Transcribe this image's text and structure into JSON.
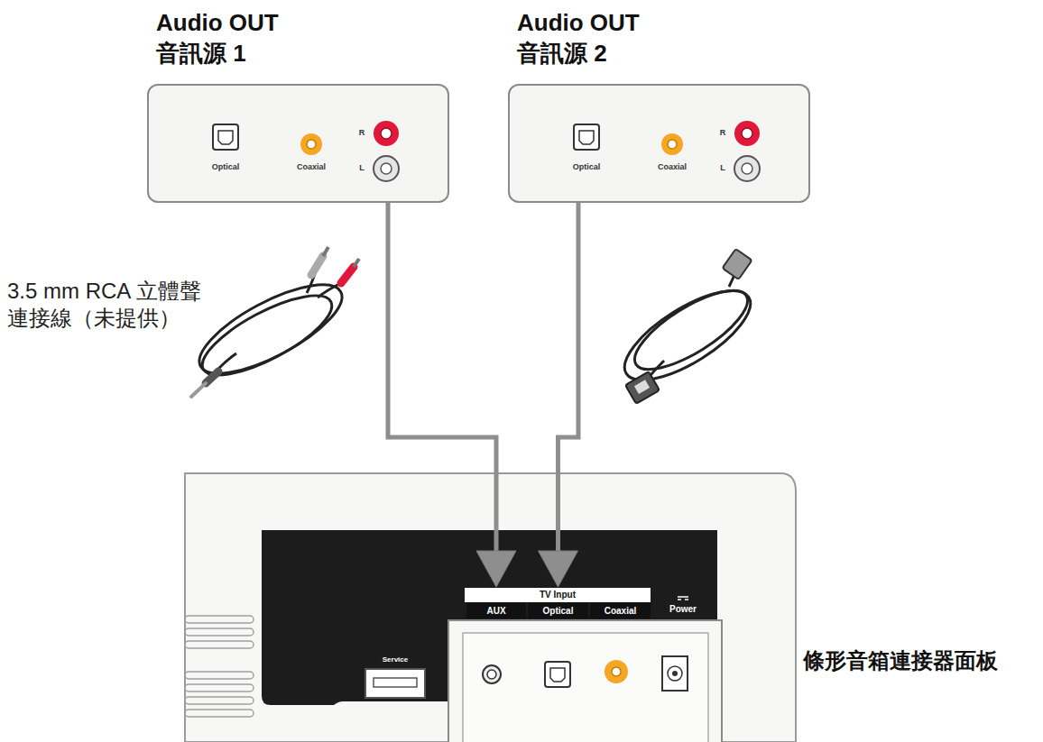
{
  "diagram": {
    "nodes": [
      {
        "text": [
          "Audio OUT 音訊源 1"
        ]
      },
      {
        "text": [
          "Audio OUT 音訊源 2"
        ]
      },
      {
        "text": [
          "條形音箱連接器面板"
        ]
      },
      {
        "text": [
          "AUX"
        ],
        "in": 2
      },
      {
        "text": [
          "Optical"
        ],
        "in": 2
      },
      {
        "text": [
          "Coaxial"
        ],
        "in": 2
      }
    ],
    "edges": [
      {
        "from": 0,
        "to": 3,
        "arrow": "to"
      },
      {
        "from": 1,
        "to": 4,
        "arrow": "to"
      }
    ],
    "labels": [
      "Optical",
      "Coaxial",
      "R",
      "L",
      "Optical",
      "Coaxial",
      "R",
      "L",
      "3.5 mm RCA 立體聲 連接線（未提供）",
      "TV Input",
      "Service",
      "Power"
    ]
  }
}
